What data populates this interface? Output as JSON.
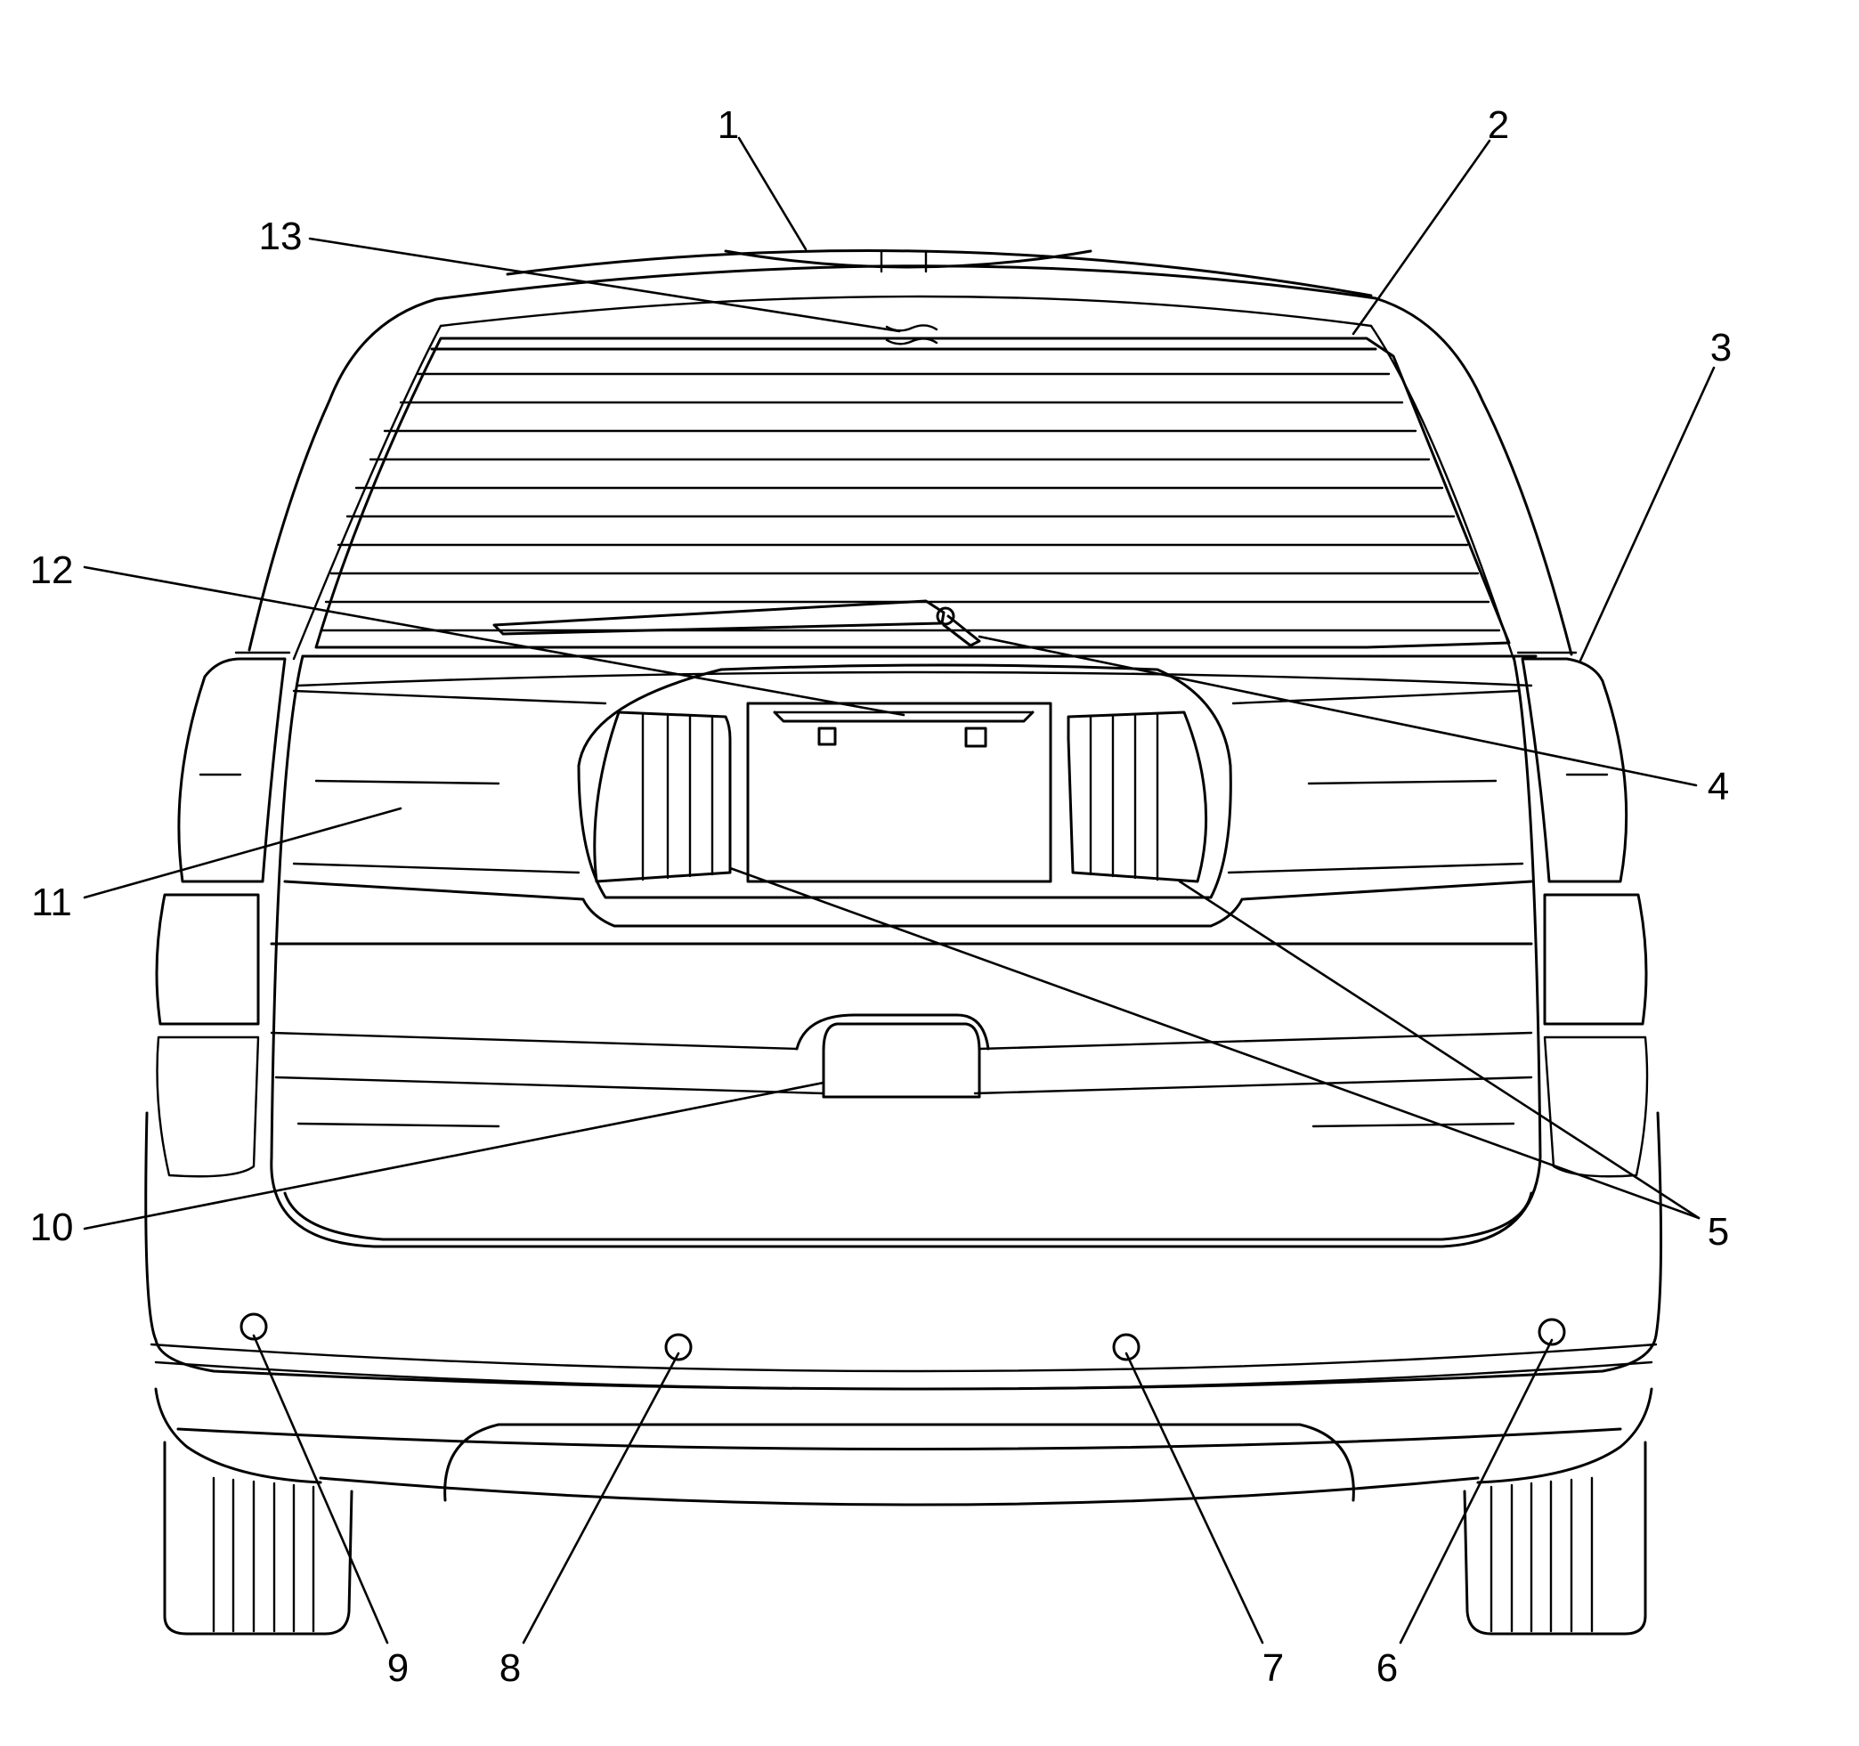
{
  "callouts": [
    {
      "number": "1"
    },
    {
      "number": "2"
    },
    {
      "number": "3"
    },
    {
      "number": "4"
    },
    {
      "number": "5"
    },
    {
      "number": "6"
    },
    {
      "number": "7"
    },
    {
      "number": "8"
    },
    {
      "number": "9"
    },
    {
      "number": "10"
    },
    {
      "number": "11"
    },
    {
      "number": "12"
    },
    {
      "number": "13"
    }
  ],
  "colors": {
    "line": "#000000",
    "background": "#ffffff"
  }
}
